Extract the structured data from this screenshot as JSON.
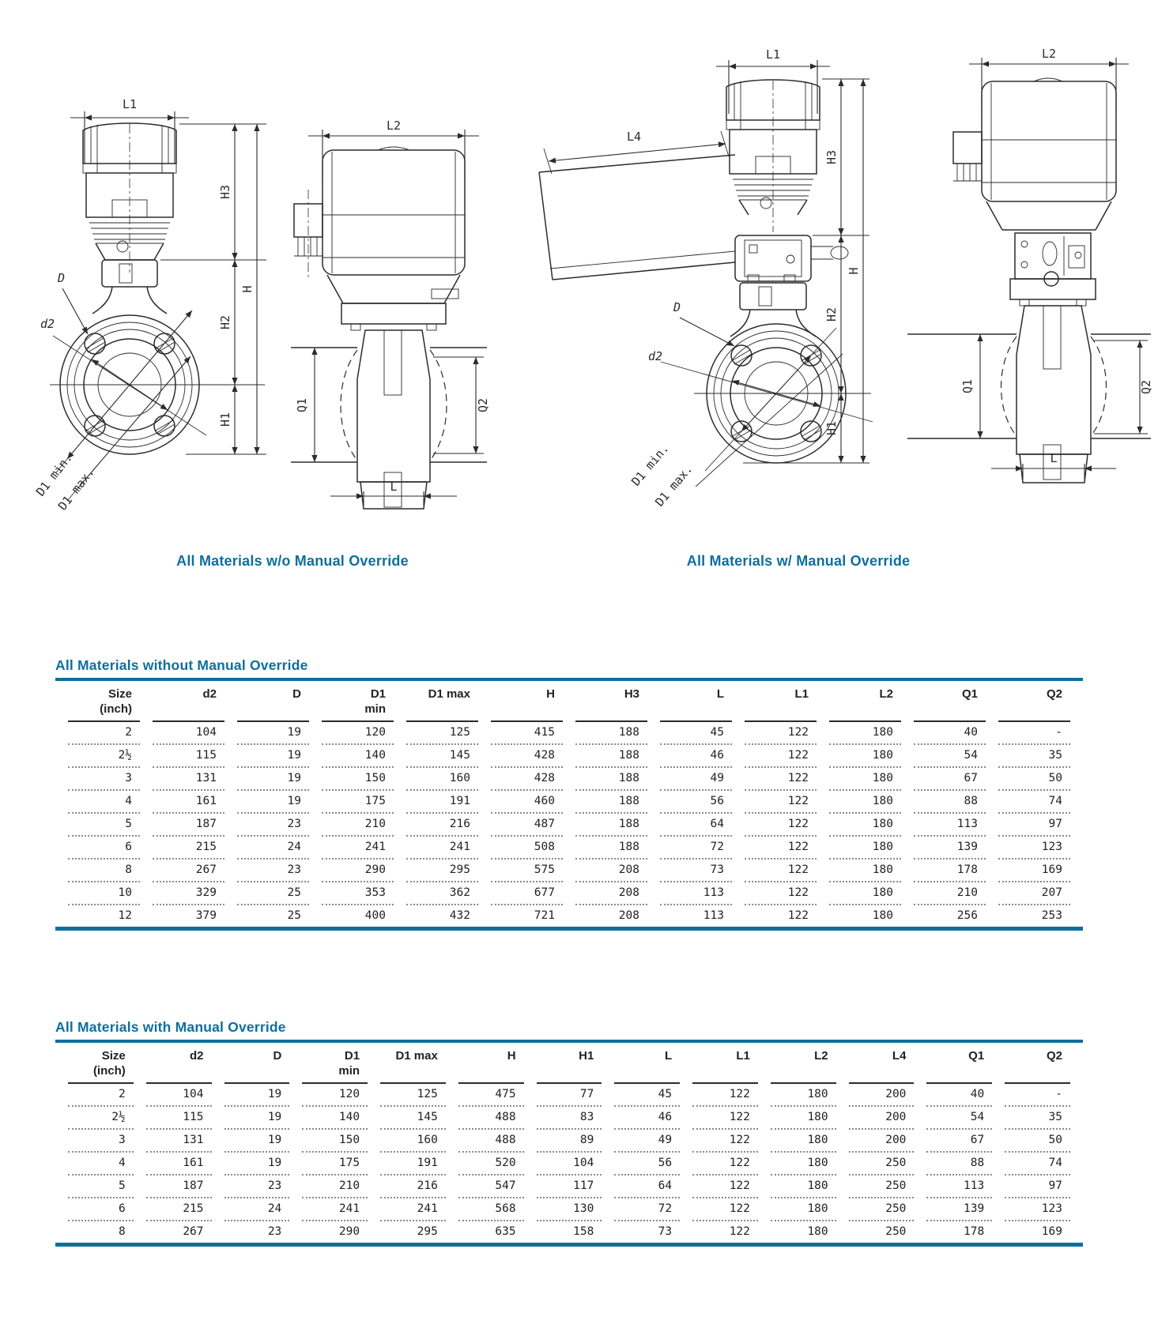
{
  "page": {
    "accent_blue": "#0d6f9e",
    "line_color": "#2b2b2b",
    "background": "#ffffff"
  },
  "figures": {
    "caption_left": "All Materials w/o Manual Override",
    "caption_right": "All Materials w/ Manual Override",
    "labels": {
      "L": "L",
      "L1": "L1",
      "L2": "L2",
      "L4": "L4",
      "H": "H",
      "H1": "H1",
      "H2": "H2",
      "H3": "H3",
      "D": "D",
      "d2": "d2",
      "D1_min": "D1 min.",
      "D1_max": "D1 max.",
      "Q1": "Q1",
      "Q2": "Q2"
    }
  },
  "tables": [
    {
      "title": "All Materials without Manual Override",
      "columns": [
        {
          "label": "Size",
          "sub": "(inch)"
        },
        {
          "label": "d2",
          "sub": ""
        },
        {
          "label": "D",
          "sub": ""
        },
        {
          "label": "D1",
          "sub": "min"
        },
        {
          "label": "D1 max",
          "sub": ""
        },
        {
          "label": "H",
          "sub": ""
        },
        {
          "label": "H3",
          "sub": ""
        },
        {
          "label": "L",
          "sub": ""
        },
        {
          "label": "L1",
          "sub": ""
        },
        {
          "label": "L2",
          "sub": ""
        },
        {
          "label": "Q1",
          "sub": ""
        },
        {
          "label": "Q2",
          "sub": ""
        }
      ],
      "rows": [
        [
          "2",
          "104",
          "19",
          "120",
          "125",
          "415",
          "188",
          "45",
          "122",
          "180",
          "40",
          "-"
        ],
        [
          "2½",
          "115",
          "19",
          "140",
          "145",
          "428",
          "188",
          "46",
          "122",
          "180",
          "54",
          "35"
        ],
        [
          "3",
          "131",
          "19",
          "150",
          "160",
          "428",
          "188",
          "49",
          "122",
          "180",
          "67",
          "50"
        ],
        [
          "4",
          "161",
          "19",
          "175",
          "191",
          "460",
          "188",
          "56",
          "122",
          "180",
          "88",
          "74"
        ],
        [
          "5",
          "187",
          "23",
          "210",
          "216",
          "487",
          "188",
          "64",
          "122",
          "180",
          "113",
          "97"
        ],
        [
          "6",
          "215",
          "24",
          "241",
          "241",
          "508",
          "188",
          "72",
          "122",
          "180",
          "139",
          "123"
        ],
        [
          "8",
          "267",
          "23",
          "290",
          "295",
          "575",
          "208",
          "73",
          "122",
          "180",
          "178",
          "169"
        ],
        [
          "10",
          "329",
          "25",
          "353",
          "362",
          "677",
          "208",
          "113",
          "122",
          "180",
          "210",
          "207"
        ],
        [
          "12",
          "379",
          "25",
          "400",
          "432",
          "721",
          "208",
          "113",
          "122",
          "180",
          "256",
          "253"
        ]
      ]
    },
    {
      "title": "All Materials with Manual Override",
      "columns": [
        {
          "label": "Size",
          "sub": "(inch)"
        },
        {
          "label": "d2",
          "sub": ""
        },
        {
          "label": "D",
          "sub": ""
        },
        {
          "label": "D1",
          "sub": "min"
        },
        {
          "label": "D1 max",
          "sub": ""
        },
        {
          "label": "H",
          "sub": ""
        },
        {
          "label": "H1",
          "sub": ""
        },
        {
          "label": "L",
          "sub": ""
        },
        {
          "label": "L1",
          "sub": ""
        },
        {
          "label": "L2",
          "sub": ""
        },
        {
          "label": "L4",
          "sub": ""
        },
        {
          "label": "Q1",
          "sub": ""
        },
        {
          "label": "Q2",
          "sub": ""
        }
      ],
      "rows": [
        [
          "2",
          "104",
          "19",
          "120",
          "125",
          "475",
          "77",
          "45",
          "122",
          "180",
          "200",
          "40",
          "-"
        ],
        [
          "2½",
          "115",
          "19",
          "140",
          "145",
          "488",
          "83",
          "46",
          "122",
          "180",
          "200",
          "54",
          "35"
        ],
        [
          "3",
          "131",
          "19",
          "150",
          "160",
          "488",
          "89",
          "49",
          "122",
          "180",
          "200",
          "67",
          "50"
        ],
        [
          "4",
          "161",
          "19",
          "175",
          "191",
          "520",
          "104",
          "56",
          "122",
          "180",
          "250",
          "88",
          "74"
        ],
        [
          "5",
          "187",
          "23",
          "210",
          "216",
          "547",
          "117",
          "64",
          "122",
          "180",
          "250",
          "113",
          "97"
        ],
        [
          "6",
          "215",
          "24",
          "241",
          "241",
          "568",
          "130",
          "72",
          "122",
          "180",
          "250",
          "139",
          "123"
        ],
        [
          "8",
          "267",
          "23",
          "290",
          "295",
          "635",
          "158",
          "73",
          "122",
          "180",
          "250",
          "178",
          "169"
        ]
      ]
    }
  ]
}
